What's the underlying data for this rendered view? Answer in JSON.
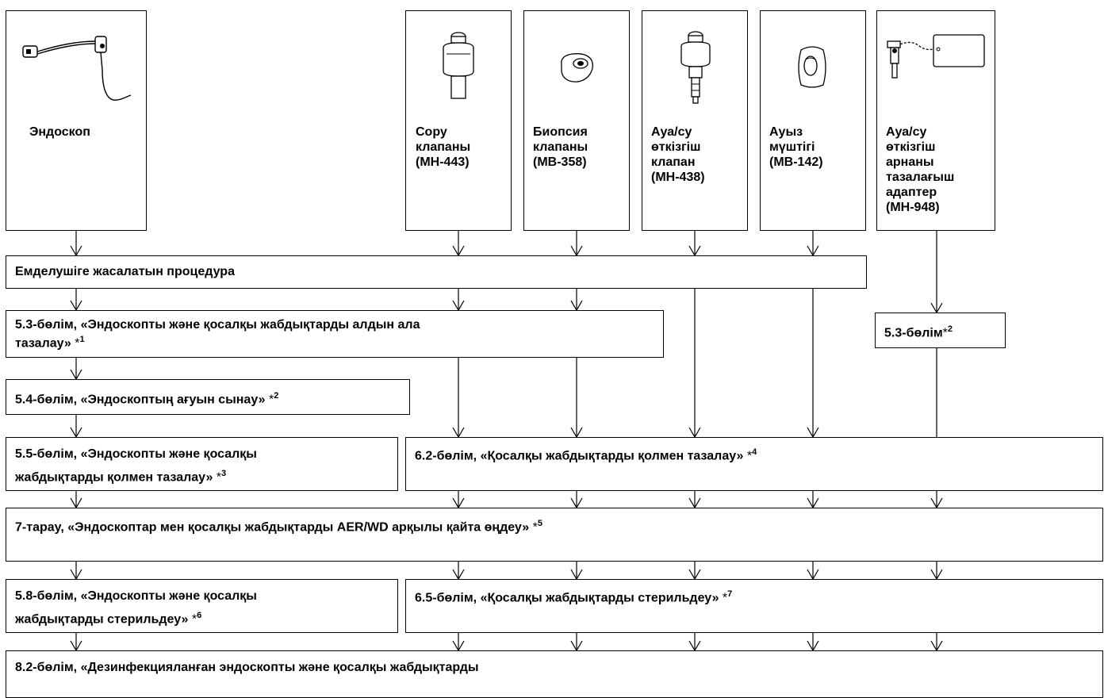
{
  "top_items": {
    "endoscope": "Эндоскоп",
    "suction_valve": "Сору\nклапаны\n(MH-443)",
    "biopsy_valve": "Биопсия\nклапаны\n(MB-358)",
    "air_water_valve": "Ауа/су\nөткізгіш\nклапан\n(MH-438)",
    "mouthpiece": "Ауыз\nмүштігі\n(MB-142)",
    "channel_adapter": "Ауа/су\nөткізгіш\nарнаны\nтазалағыш\nадаптер\n(MH-948)"
  },
  "steps": {
    "procedure": "Емделушіге жасалатын процедура",
    "s53": "5.3-бөлім, «Эндоскопты және қосалқы жабдықтарды алдын ала\nтазалау»",
    "s53_mark": "*",
    "s53_sup": "1",
    "s53b": "5.3-бөлім",
    "s53b_mark": "*",
    "s53b_sup": "2",
    "s54": "5.4-бөлім, «Эндоскоптың ағуын сынау»",
    "s54_mark": "*",
    "s54_sup": "2",
    "s55": "5.5-бөлім, «Эндоскопты және қосалқы\nжабдықтарды қолмен тазалау»",
    "s55_mark": "*",
    "s55_sup": "3",
    "s62": "6.2-бөлім, «Қосалқы жабдықтарды қолмен тазалау»",
    "s62_mark": "*",
    "s62_sup": "4",
    "s7": "7-тарау, «Эндоскоптар мен қосалқы жабдықтарды AER/WD арқылы қайта өңдеу»",
    "s7_mark": "*",
    "s7_sup": "5",
    "s58": "5.8-бөлім, «Эндоскопты және қосалқы\nжабдықтарды стерильдеу»",
    "s58_mark": "*",
    "s58_sup": "6",
    "s65": "6.5-бөлім, «Қосалқы жабдықтарды стерильдеу»",
    "s65_mark": "*",
    "s65_sup": "7",
    "s82": "8.2-бөлім, «Дезинфекцияланған эндоскопты және қосалқы жабдықтарды"
  }
}
